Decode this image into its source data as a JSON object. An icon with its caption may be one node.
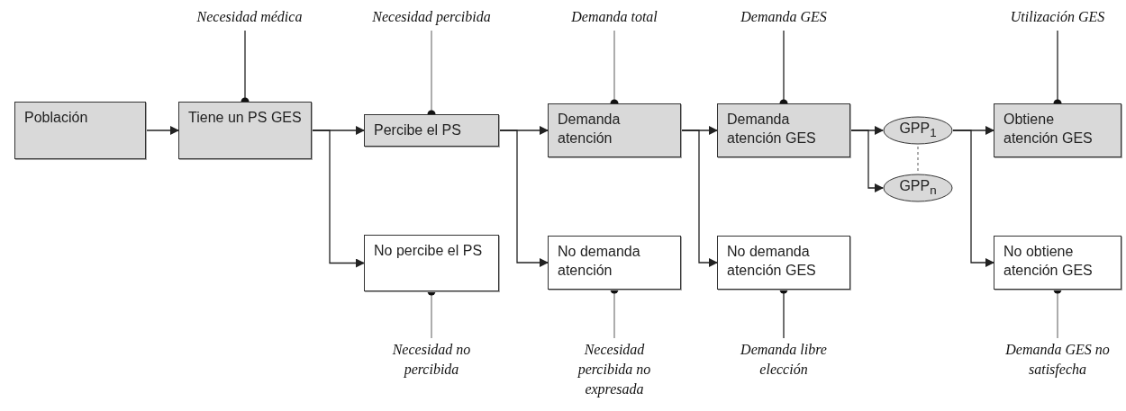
{
  "diagram": {
    "nodes": [
      {
        "text": [
          "Población"
        ]
      },
      {
        "text": [
          "Tiene un PS GES"
        ]
      },
      {
        "text": [
          "Percibe el PS"
        ]
      },
      {
        "text": [
          "Demanda atención"
        ]
      },
      {
        "text": [
          "Demanda atención GES"
        ]
      },
      {
        "text": [
          "GPP$_{1}$"
        ]
      },
      {
        "text": [
          "GPP$_{n}$"
        ]
      },
      {
        "text": [
          "Obtiene atención GES"
        ]
      },
      {
        "text": [
          "No percibe el PS"
        ]
      },
      {
        "text": [
          "No demanda atención"
        ]
      },
      {
        "text": [
          "No demanda atención GES"
        ]
      },
      {
        "text": [
          "No obtiene atención GES"
        ]
      },
      {
        "text": [
          "Necesidad médica"
        ]
      },
      {
        "text": [
          "Necesidad percibida"
        ]
      },
      {
        "text": [
          "Demanda total"
        ]
      },
      {
        "text": [
          "Demanda GES"
        ]
      },
      {
        "text": [
          "Utilización GES"
        ]
      },
      {
        "text": [
          "Necesidad no percibida"
        ]
      },
      {
        "text": [
          "Necesidad percibida no expresada"
        ]
      },
      {
        "text": [
          "Demanda libre elección"
        ]
      },
      {
        "text": [
          "Demanda GES no satisfecha"
        ]
      }
    ],
    "edges": [
      {
        "from": 0,
        "to": 1,
        "arrow": "to"
      },
      {
        "from": 1,
        "to": 2,
        "arrow": "to"
      },
      {
        "from": 1,
        "to": 8,
        "arrow": "to"
      },
      {
        "from": 2,
        "to": 3,
        "arrow": "to"
      },
      {
        "from": 2,
        "to": 9,
        "arrow": "to"
      },
      {
        "from": 3,
        "to": 4,
        "arrow": "to"
      },
      {
        "from": 3,
        "to": 10,
        "arrow": "to"
      },
      {
        "from": 4,
        "to": 5,
        "arrow": "to"
      },
      {
        "from": 4,
        "to": 6,
        "arrow": "to"
      },
      {
        "from": 5,
        "to": 7,
        "arrow": "to"
      },
      {
        "from": 5,
        "to": 11,
        "arrow": "to"
      },
      {
        "from": 5,
        "to": 6,
        "arrow": "none",
        "style": "dashed",
        "color": "#808080"
      },
      {
        "from": 12,
        "to": 1,
        "arrow": "other"
      },
      {
        "from": 13,
        "to": 2,
        "arrow": "other",
        "color": "#808080"
      },
      {
        "from": 14,
        "to": 3,
        "arrow": "other",
        "color": "#808080"
      },
      {
        "from": 15,
        "to": 4,
        "arrow": "other"
      },
      {
        "from": 16,
        "to": 7,
        "arrow": "other"
      },
      {
        "from": 17,
        "to": 8,
        "arrow": "other",
        "color": "#808080"
      },
      {
        "from": 18,
        "to": 9,
        "arrow": "other",
        "color": "#808080"
      },
      {
        "from": 19,
        "to": 10,
        "arrow": "other"
      },
      {
        "from": 20,
        "to": 11,
        "arrow": "other",
        "color": "#808080"
      }
    ]
  }
}
